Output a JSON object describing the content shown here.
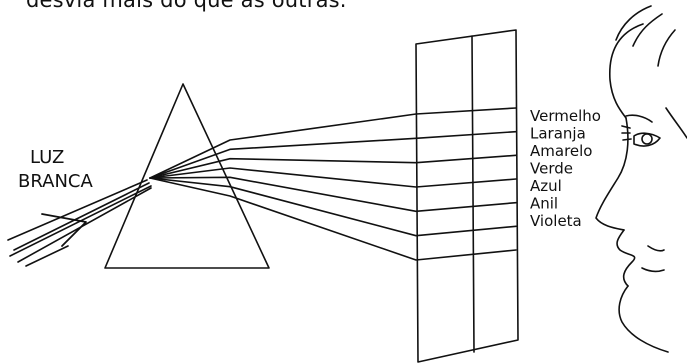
{
  "caption": "desvia mais do que as outras.",
  "light_label": {
    "line1": "LUZ",
    "line2": "BRANCA"
  },
  "colors": [
    "Vermelho",
    "Laranja",
    "Amarelo",
    "Verde",
    "Azul",
    "Anil",
    "Violeta"
  ],
  "ink_color": "#111111"
}
